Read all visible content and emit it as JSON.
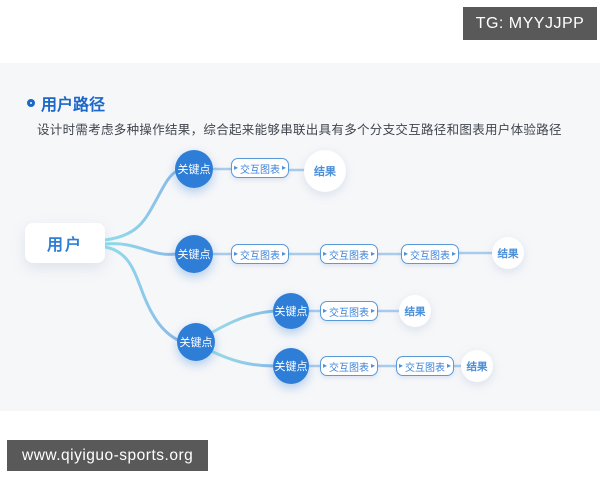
{
  "watermarks": {
    "tg_badge": "TG: MYYJJPP",
    "url_badge": "www.qiyiguo-sports.org"
  },
  "section": {
    "title": "用户路径",
    "subtitle": "设计时需考虑多种操作结果，综合起来能够串联出具有多个分支交互路径和图表用户体验路径"
  },
  "diagram": {
    "labels": {
      "root": "用户",
      "keypoint": "关键点",
      "chart": "交互图表",
      "result": "结果",
      "arrow": "▸"
    },
    "branches": [
      {
        "path": [
          "用户",
          "关键点",
          "交互图表",
          "结果"
        ]
      },
      {
        "path": [
          "用户",
          "关键点",
          "交互图表",
          "交互图表",
          "交互图表",
          "结果"
        ]
      },
      {
        "path": [
          "用户",
          "关键点",
          "关键点",
          "交互图表",
          "结果"
        ]
      },
      {
        "path": [
          "用户",
          "关键点",
          "关键点",
          "交互图表",
          "交互图表",
          "结果"
        ]
      }
    ],
    "colors": {
      "node_blue": "#2e7ed8",
      "heading_blue": "#1b67ca",
      "pill_border": "#5b9ad8",
      "connector": "#a9cbec",
      "curve_start": "#8fdeed",
      "curve_end": "#8ab5e6",
      "badge_bg": "#595959",
      "panel_bg": "#f6f7f9"
    }
  }
}
